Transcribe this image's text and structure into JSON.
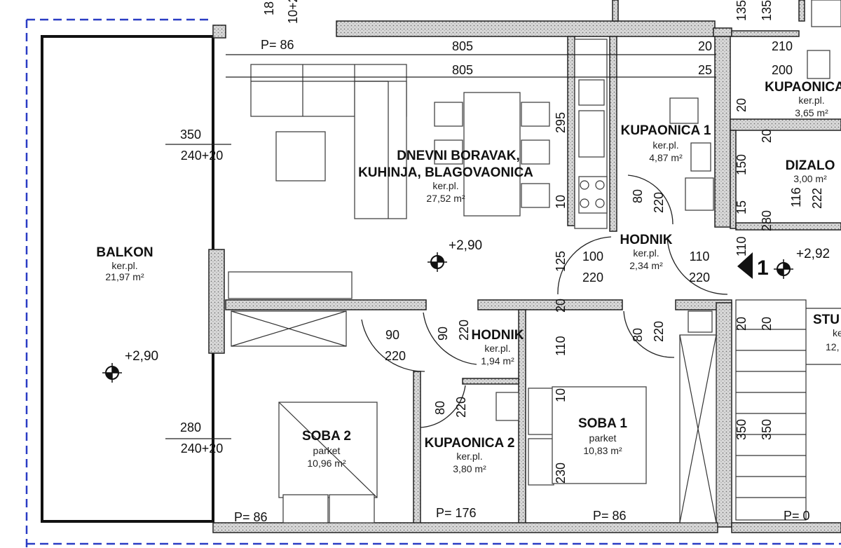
{
  "rooms": [
    {
      "id": "balkon",
      "name": "BALKON",
      "surface": "ker.pl.",
      "area": "21,97 m²"
    },
    {
      "id": "dnevni",
      "name_line1": "DNEVNI BORAVAK,",
      "name_line2": "KUHINJA, BLAGOVAONICA",
      "surface": "ker.pl.",
      "area": "27,52 m²"
    },
    {
      "id": "kupaonica1",
      "name": "KUPAONICA 1",
      "surface": "ker.pl.",
      "area": "4,87 m²"
    },
    {
      "id": "kupaonica_top",
      "name": "KUPAONICA",
      "surface": "ker.pl.",
      "area": "3,65 m²"
    },
    {
      "id": "dizalo",
      "name": "DIZALO",
      "area": "3,00 m²"
    },
    {
      "id": "hodnik1",
      "name": "HODNIK",
      "surface": "ker.pl.",
      "area": "2,34 m²"
    },
    {
      "id": "hodnik2",
      "name": "HODNIK",
      "surface": "ker.pl.",
      "area": "1,94 m²"
    },
    {
      "id": "kupaonica2",
      "name": "KUPAONICA 2",
      "surface": "ker.pl.",
      "area": "3,80 m²"
    },
    {
      "id": "soba1",
      "name": "SOBA 1",
      "surface": "parket",
      "area": "10,83 m²"
    },
    {
      "id": "soba2",
      "name": "SOBA 2",
      "surface": "parket",
      "area": "10,96 m²"
    },
    {
      "id": "stubiste",
      "name": "STU",
      "surface": "ke",
      "area": "12,"
    }
  ],
  "levels": [
    "+2,90",
    "+2,90",
    "+2,92"
  ],
  "parapets": [
    "P= 86",
    "P= 86",
    "P= 176",
    "P= 86",
    "P= 0"
  ],
  "dimensions": [
    "805",
    "805",
    "20",
    "25",
    "210",
    "200",
    "135",
    "135",
    "20",
    "20",
    "295",
    "350",
    "240+20",
    "280",
    "240+20",
    "150",
    "15",
    "116",
    "222",
    "280",
    "110",
    "10",
    "125",
    "100",
    "220",
    "80",
    "220",
    "110",
    "220",
    "90",
    "220",
    "90",
    "220",
    "20",
    "110",
    "80",
    "220",
    "10",
    "230",
    "20",
    "20",
    "350",
    "350",
    "18",
    "10+2"
  ],
  "markers": {
    "section": "1"
  },
  "colors": {
    "line": "#222222",
    "dash": "#2a3cc4"
  }
}
